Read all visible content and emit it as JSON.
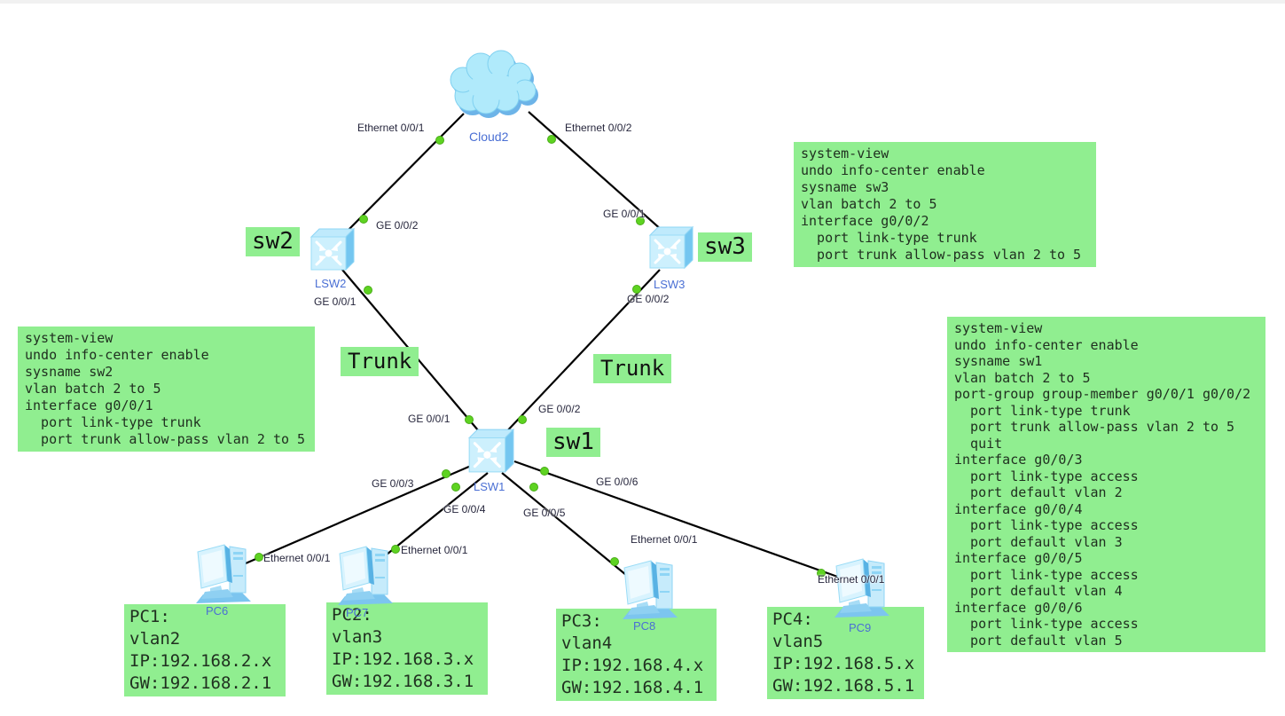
{
  "devices": {
    "cloud2": {
      "label": "Cloud2",
      "type": "cloud"
    },
    "lsw1": {
      "label": "LSW1",
      "type": "switch"
    },
    "lsw2": {
      "label": "LSW2",
      "type": "switch"
    },
    "lsw3": {
      "label": "LSW3",
      "type": "switch"
    },
    "pc6": {
      "label": "PC6",
      "type": "pc"
    },
    "pc7": {
      "label": "PC7",
      "type": "pc"
    },
    "pc8": {
      "label": "PC8",
      "type": "pc"
    },
    "pc9": {
      "label": "PC9",
      "type": "pc"
    }
  },
  "port_labels": {
    "cloud_eth1": "Ethernet 0/0/1",
    "cloud_eth2": "Ethernet 0/0/2",
    "sw2_ge2": "GE 0/0/2",
    "sw2_ge1": "GE 0/0/1",
    "sw3_ge1": "GE 0/0/1",
    "sw3_ge2": "GE 0/0/2",
    "sw1_ge1": "GE 0/0/1",
    "sw1_ge2": "GE 0/0/2",
    "sw1_ge3": "GE 0/0/3",
    "sw1_ge4": "GE 0/0/4",
    "sw1_ge5": "GE 0/0/5",
    "sw1_ge6": "GE 0/0/6",
    "pc6_eth": "Ethernet 0/0/1",
    "pc7_eth": "Ethernet 0/0/1",
    "pc8_eth": "Ethernet 0/0/1",
    "pc9_eth": "Ethernet 0/0/1"
  },
  "tags": {
    "sw1": "sw1",
    "sw2": "sw2",
    "sw3": "sw3",
    "trunk_left": "Trunk",
    "trunk_right": "Trunk"
  },
  "notes": {
    "sw2_config": "system-view\nundo info-center enable\nsysname sw2\nvlan batch 2 to 5\ninterface g0/0/1\n  port link-type trunk\n  port trunk allow-pass vlan 2 to 5",
    "sw3_config": "system-view\nundo info-center enable\nsysname sw3\nvlan batch 2 to 5\ninterface g0/0/2\n  port link-type trunk\n  port trunk allow-pass vlan 2 to 5",
    "sw1_config": "system-view\nundo info-center enable\nsysname sw1\nvlan batch 2 to 5\nport-group group-member g0/0/1 g0/0/2\n  port link-type trunk\n  port trunk allow-pass vlan 2 to 5\n  quit\ninterface g0/0/3\n  port link-type access\n  port default vlan 2\ninterface g0/0/4\n  port link-type access\n  port default vlan 3\ninterface g0/0/5\n  port link-type access\n  port default vlan 4\ninterface g0/0/6\n  port link-type access\n  port default vlan 5",
    "pc1_info": "PC1:\nvlan2\nIP:192.168.2.x\nGW:192.168.2.1",
    "pc2_info": "PC2:\nvlan3\nIP:192.168.3.x\nGW:192.168.3.1",
    "pc3_info": "PC3:\nvlan4\nIP:192.168.4.x\nGW:192.168.4.1",
    "pc4_info": "PC4:\nvlan5\nIP:192.168.5.x\nGW:192.168.5.1"
  },
  "colors": {
    "note_bg": "#90ee90",
    "device_label": "#4a6fd4",
    "port_label": "#26263c",
    "link": "#000000",
    "port_dot": "#5ed321",
    "switch_body": "#cdf0fd",
    "cloud_fill": "#b0eafb"
  }
}
